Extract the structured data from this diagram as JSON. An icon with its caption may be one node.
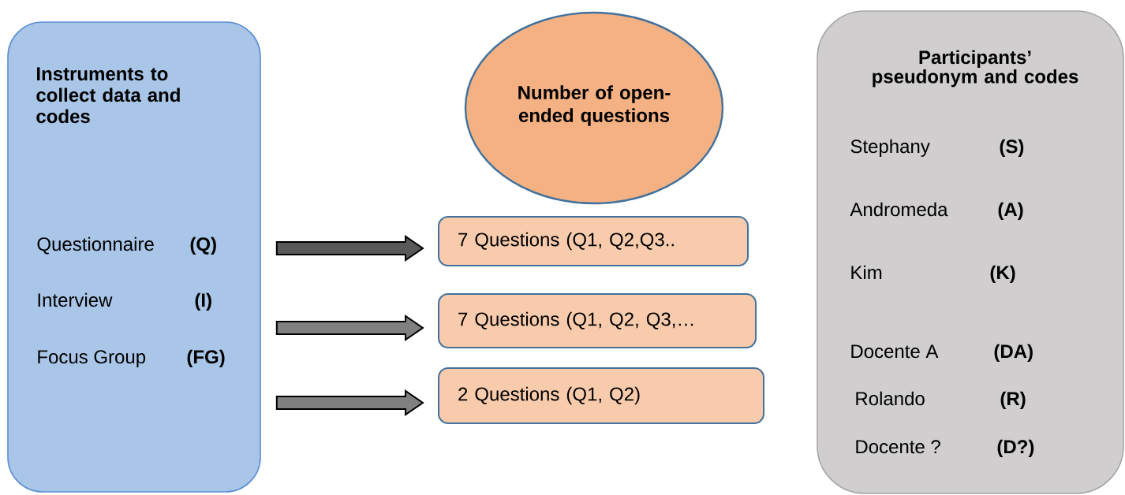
{
  "diagram": {
    "nodes": [
      {
        "text": [
          "Instruments to collect data and codes",
          "Questionnaire",
          "(Q)",
          "Interview",
          "(I)",
          "Focus Group",
          "(FG)"
        ]
      },
      {
        "text": [
          "Number of open-ended questions"
        ]
      },
      {
        "text": [
          "7 Questions (Q1, Q2,Q3.."
        ]
      },
      {
        "text": [
          "7 Questions (Q1, Q2, Q3,…"
        ]
      },
      {
        "text": [
          "2 Questions (Q1, Q2)"
        ]
      },
      {
        "text": [
          "Participants’ pseudonym and codes",
          "Stephany",
          "(S)",
          "Andromeda",
          "(A)",
          "Kim",
          "(K)",
          "Docente A",
          "(DA)",
          "Rolando",
          "(R)",
          "Docente ?",
          "(D?)"
        ]
      }
    ],
    "edges": [
      {
        "from": 0,
        "to": 2,
        "arrow": "to",
        "color": "#595959"
      },
      {
        "from": 0,
        "to": 3,
        "arrow": "to"
      },
      {
        "from": 0,
        "to": 4,
        "arrow": "to"
      }
    ]
  }
}
